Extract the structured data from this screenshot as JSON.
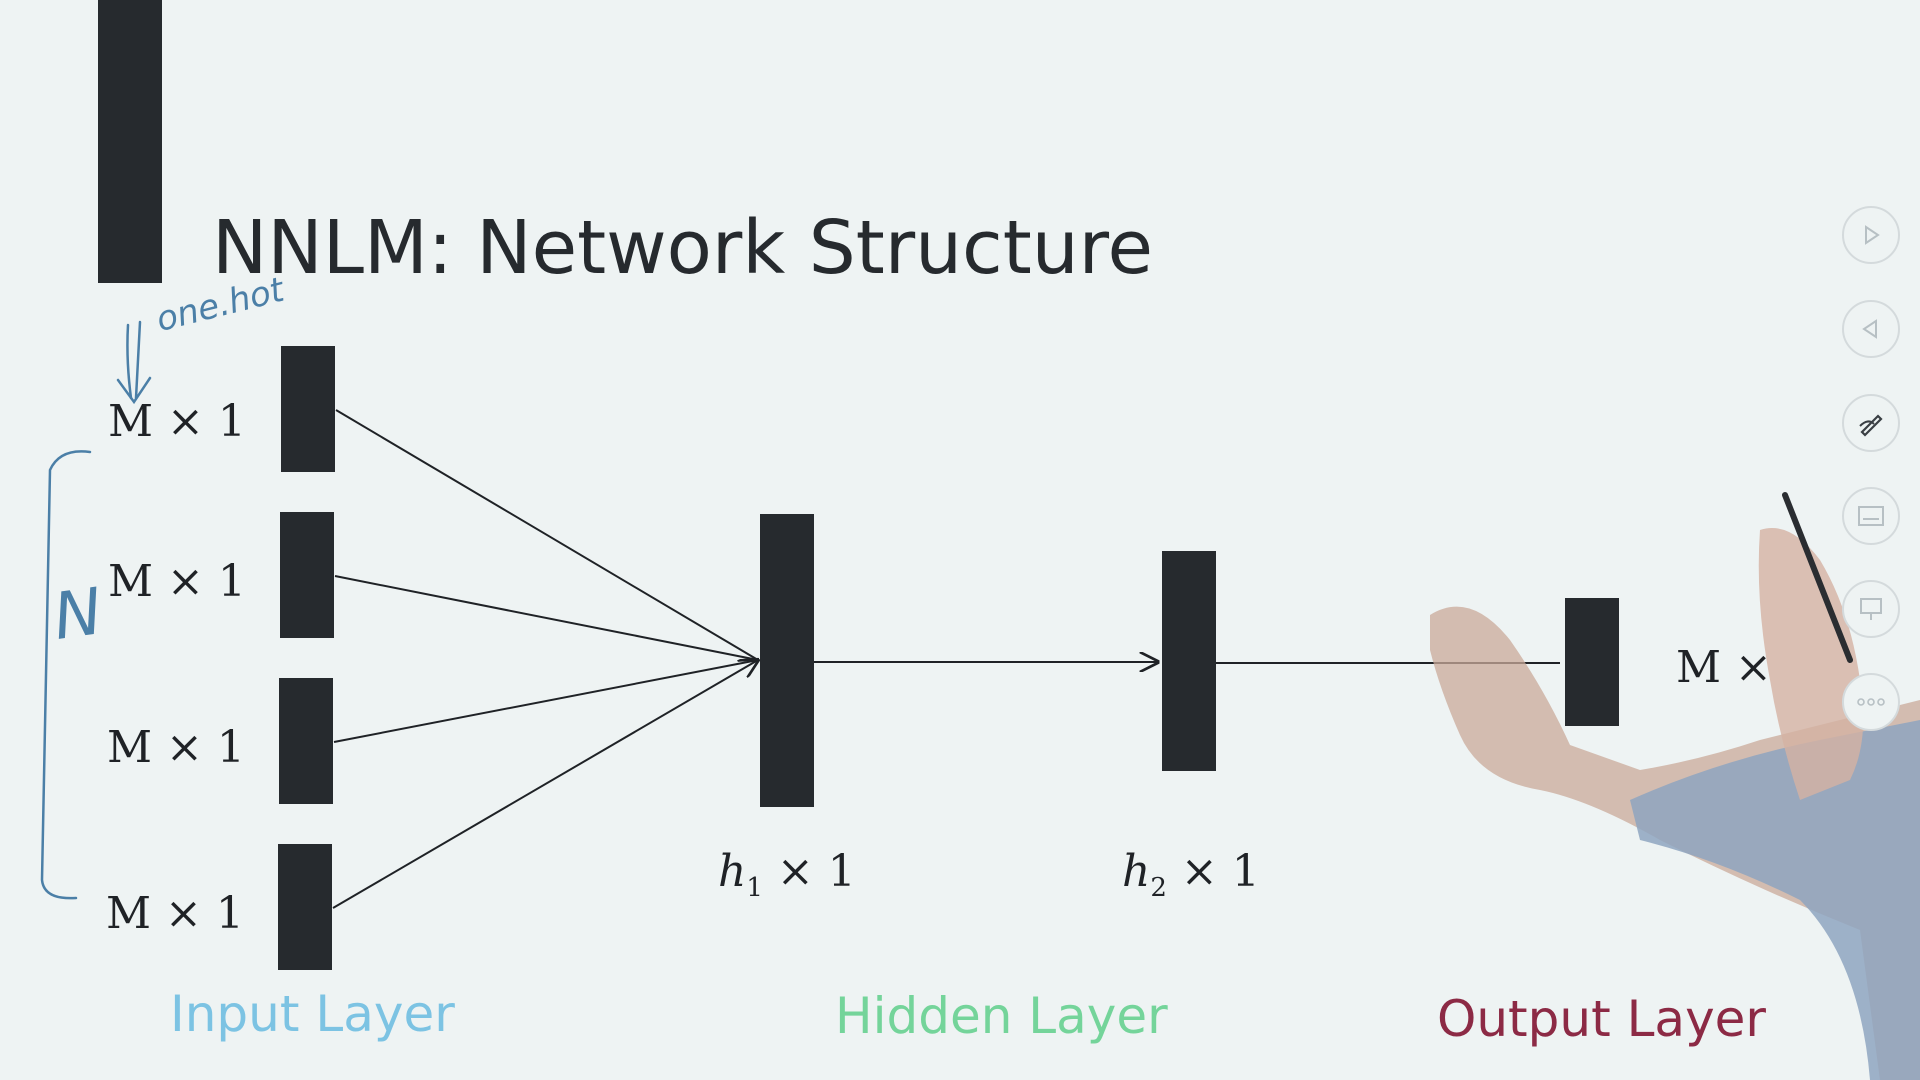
{
  "slide": {
    "title": "NNLM: Network Structure",
    "accent_color": "#262a2e"
  },
  "layers": {
    "input": {
      "label": "Input Layer",
      "color": "#7cc3e3",
      "unit_label": "M × 1",
      "count": 4
    },
    "hidden": {
      "label": "Hidden Layer",
      "color": "#74d49a"
    },
    "output": {
      "label": "Output Layer",
      "color": "#8c2a45",
      "unit_label": "M ×"
    }
  },
  "hidden_units": [
    {
      "var": "h",
      "sub": "1",
      "rest": " × 1"
    },
    {
      "var": "h",
      "sub": "2",
      "rest": " × 1"
    }
  ],
  "annotations": {
    "one_hot": "one.hot",
    "group_size": "N"
  },
  "toolbar": {
    "icons": [
      "play-next-icon",
      "play-prev-icon",
      "pen-icon",
      "subtitle-icon",
      "presenter-icon",
      "more-icon"
    ]
  }
}
